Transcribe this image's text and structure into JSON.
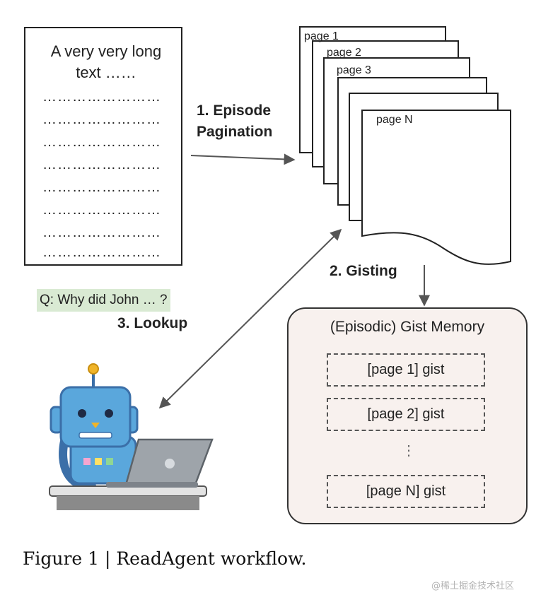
{
  "input_document": {
    "title": "A very very long text ……",
    "dotted_lines": [
      "……………………",
      "……………………",
      "……………………",
      "……………………",
      "……………………",
      "……………………",
      "……………………",
      "……………………"
    ]
  },
  "steps": {
    "pagination": "1. Episode Pagination",
    "gisting": "2. Gisting",
    "lookup": "3. Lookup"
  },
  "pages": [
    "page 1",
    "page 2",
    "page 3",
    "page N"
  ],
  "query": "Q: Why did John … ?",
  "memory": {
    "title": "(Episodic) Gist Memory",
    "gists": [
      "[page 1] gist",
      "[page 2] gist",
      "[page N] gist"
    ],
    "ellipsis": "⋮"
  },
  "caption": "Figure 1 | ReadAgent workflow.",
  "watermark": "@稀土掘金技术社区",
  "colors": {
    "query_highlight": "#d9ead3",
    "memory_fill": "#f8f1ee",
    "robot_body": "#5aa7dc",
    "robot_dark": "#3b6fa8",
    "laptop": "#9ea4aa",
    "desk": "#e3e3e3"
  },
  "icons": [
    "robot-icon",
    "laptop-icon"
  ]
}
